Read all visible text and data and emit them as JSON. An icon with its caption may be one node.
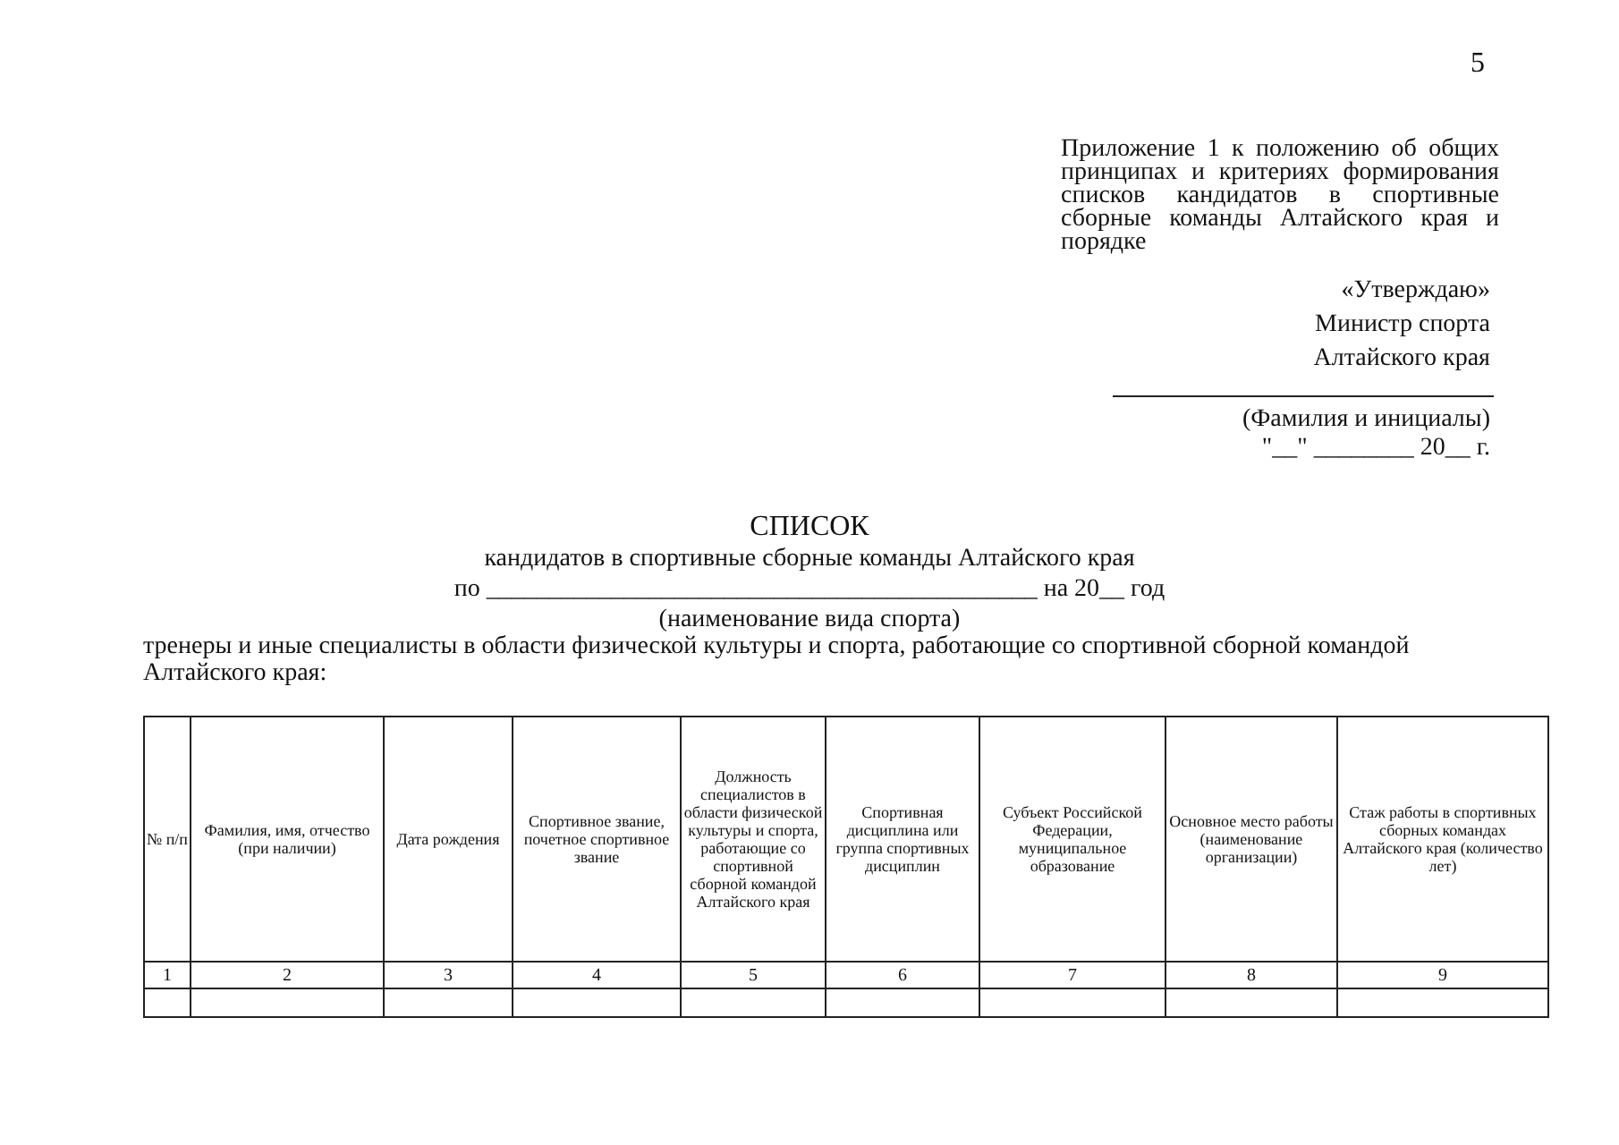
{
  "diagram": {
    "title": "СПИСОК",
    "labels": [
      "5",
      "Приложение 1 к положению об общих принципах и критериях формирования списков кандидатов в спортивные сборные команды Алтайского края и порядке",
      "«Утверждаю»",
      "Министр спорта",
      "Алтайского края",
      "(Фамилия и инициалы)",
      "\"__\" ________ 20__ г.",
      "кандидатов в спортивные сборные команды Алтайского края",
      "по ____________________________________________ на 20__ год",
      "(наименование вида спорта)",
      "тренеры и иные специалисты в области физической культуры и спорта, работающие со спортивной сборной командой Алтайского края:",
      "№ п/п",
      "Фамилия, имя, отчество (при наличии)",
      "Дата рождения",
      "Спортивное звание, почетное спортивное звание",
      "Должность специалистов в области физической культуры и спорта, работающие со спортивной сборной командой Алтайского края",
      "Спортивная дисциплина или группа спортивных дисциплин",
      "Субъект Российской Федерации, муниципальное образование",
      "Основное место работы (наименование организации)",
      "Стаж работы в спортивных сборных командах Алтайского края (количество лет)",
      "1",
      "2",
      "3",
      "4",
      "5",
      "6",
      "7",
      "8",
      "9"
    ]
  }
}
